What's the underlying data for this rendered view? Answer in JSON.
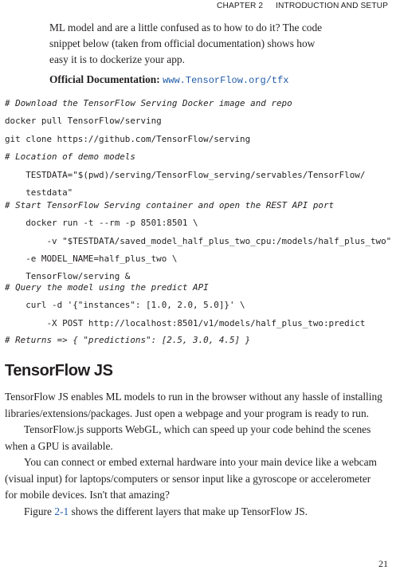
{
  "header": {
    "chapter": "CHAPTER 2",
    "title": "INTRODUCTION AND SETUP"
  },
  "intro_lines": [
    "ML model and are a little confused as to how to do it? The code",
    "snippet below (taken from official documentation) shows how",
    "easy it is to dockerize your app."
  ],
  "official": {
    "label": "Official Documentation:",
    "link": "www.TensorFlow.org/tfx"
  },
  "code_block_1": [
    {
      "text": "# Download the TensorFlow Serving Docker image and repo",
      "comment": true
    },
    {
      "text": "docker pull TensorFlow/serving",
      "comment": false
    }
  ],
  "code_block_2": [
    {
      "text": "git clone https://github.com/TensorFlow/serving",
      "comment": false
    },
    {
      "text": "# Location of demo models",
      "comment": true
    },
    {
      "text": "    TESTDATA=\"$(pwd)/serving/TensorFlow_serving/servables/TensorFlow/",
      "comment": false
    },
    {
      "text": "    testdata\"",
      "comment": false
    }
  ],
  "code_block_3": [
    {
      "text": "# Start TensorFlow Serving container and open the REST API port",
      "comment": true
    },
    {
      "text": "    docker run -t --rm -p 8501:8501 \\",
      "comment": false
    },
    {
      "text": "        -v \"$TESTDATA/saved_model_half_plus_two_cpu:/models/half_plus_two\" \\",
      "comment": false
    },
    {
      "text": "    -e MODEL_NAME=half_plus_two \\",
      "comment": false
    },
    {
      "text": "    TensorFlow/serving &",
      "comment": false
    }
  ],
  "code_block_4": [
    {
      "text": "# Query the model using the predict API",
      "comment": true
    },
    {
      "text": "    curl -d '{\"instances\": [1.0, 2.0, 5.0]}' \\",
      "comment": false
    },
    {
      "text": "        -X POST http://localhost:8501/v1/models/half_plus_two:predict",
      "comment": false
    }
  ],
  "code_block_5": [
    {
      "text": "# Returns => { \"predictions\": [2.5, 3.0, 4.5] }",
      "comment": true
    }
  ],
  "section": {
    "heading": "TensorFlow JS",
    "paragraph_1": [
      "TensorFlow JS enables ML models to run in the browser without any hassle of installing",
      "libraries/extensions/packages. Just open a webpage and your program is ready to run."
    ],
    "paragraph_2": [
      "TensorFlow.js supports WebGL, which can speed up your code behind the scenes",
      "when a GPU is available."
    ],
    "paragraph_3": [
      "You can connect or embed external hardware into your main device like a webcam",
      "(visual input) for laptops/computers or sensor input like a gyroscope or accelerometer",
      "for mobile devices. Isn't that amazing?"
    ],
    "paragraph_4": {
      "before": "Figure ",
      "ref": "2-1",
      "after": " shows the different layers that make up TensorFlow JS."
    }
  },
  "page_number": "21",
  "colors": {
    "text": "#231f20",
    "link": "#1f5aa8"
  }
}
